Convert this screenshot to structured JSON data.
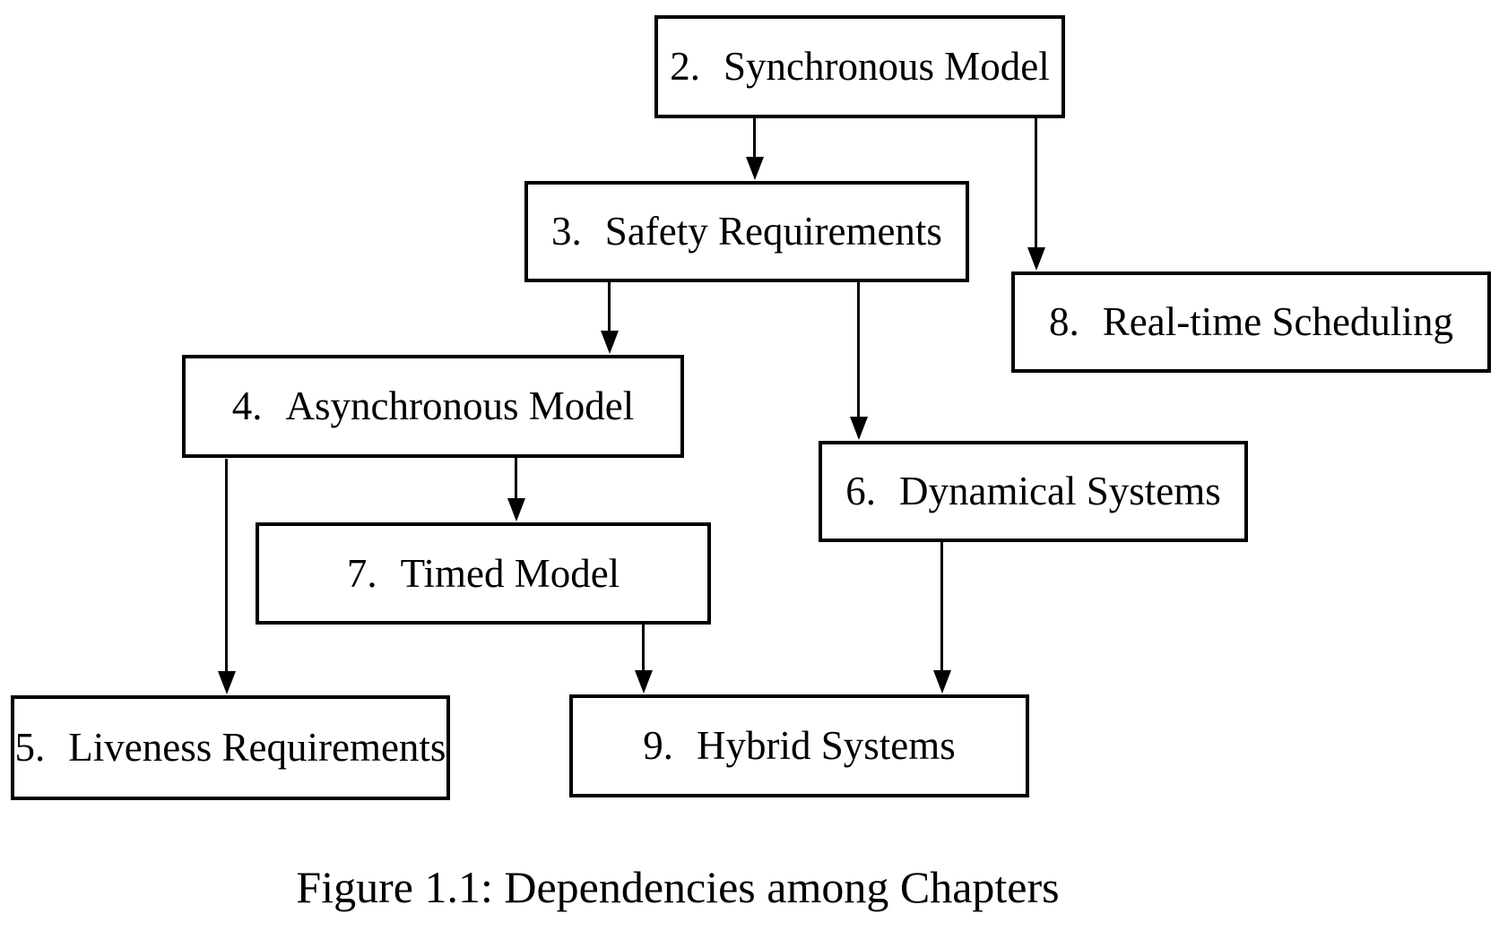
{
  "figure": {
    "caption": "Figure 1.1: Dependencies among Chapters"
  },
  "nodes": [
    {
      "id": "synchronous-model",
      "number": "2.",
      "title": "Synchronous Model"
    },
    {
      "id": "safety-requirements",
      "number": "3.",
      "title": "Safety Requirements"
    },
    {
      "id": "asynchronous-model",
      "number": "4.",
      "title": "Asynchronous Model"
    },
    {
      "id": "liveness-requirements",
      "number": "5.",
      "title": "Liveness Requirements"
    },
    {
      "id": "dynamical-systems",
      "number": "6.",
      "title": "Dynamical Systems"
    },
    {
      "id": "timed-model",
      "number": "7.",
      "title": "Timed Model"
    },
    {
      "id": "real-time-scheduling",
      "number": "8.",
      "title": "Real-time Scheduling"
    },
    {
      "id": "hybrid-systems",
      "number": "9.",
      "title": "Hybrid Systems"
    }
  ],
  "edges": [
    {
      "from": "2",
      "to": "3"
    },
    {
      "from": "2",
      "to": "8"
    },
    {
      "from": "3",
      "to": "4"
    },
    {
      "from": "3",
      "to": "6"
    },
    {
      "from": "4",
      "to": "7"
    },
    {
      "from": "4",
      "to": "5"
    },
    {
      "from": "7",
      "to": "9"
    },
    {
      "from": "6",
      "to": "9"
    }
  ],
  "colors": {
    "ink": "#000000",
    "background": "#ffffff"
  }
}
